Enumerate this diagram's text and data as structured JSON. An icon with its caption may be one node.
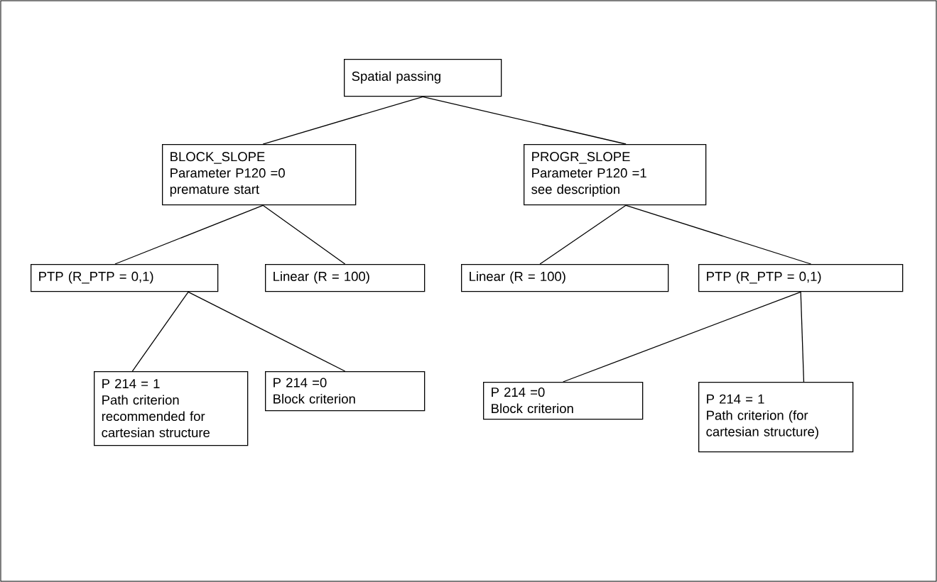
{
  "diagram": {
    "nodes": [
      {
        "text": [
          "Spatial passing"
        ]
      },
      {
        "text": [
          "BLOCK_SLOPE",
          "Parameter P120 =0",
          "premature start"
        ]
      },
      {
        "text": [
          "PROGR_SLOPE",
          "Parameter P120 =1",
          "see description"
        ]
      },
      {
        "text": [
          "PTP (R_PTP = 0,1)"
        ]
      },
      {
        "text": [
          "Linear (R = 100)"
        ]
      },
      {
        "text": [
          "Linear (R = 100)"
        ]
      },
      {
        "text": [
          "PTP (R_PTP = 0,1)"
        ]
      },
      {
        "text": [
          "P 214 = 1",
          "Path criterion recommended for cartesian structure"
        ]
      },
      {
        "text": [
          "P 214 =0",
          "Block criterion"
        ]
      },
      {
        "text": [
          "P 214 =0",
          "Block criterion"
        ]
      },
      {
        "text": [
          "P 214 = 1",
          "Path criterion (for cartesian structure)"
        ]
      }
    ],
    "edges": [
      {
        "from": 0,
        "to": 1,
        "arrow": "none"
      },
      {
        "from": 0,
        "to": 2,
        "arrow": "none"
      },
      {
        "from": 1,
        "to": 3,
        "arrow": "none"
      },
      {
        "from": 1,
        "to": 4,
        "arrow": "none"
      },
      {
        "from": 2,
        "to": 5,
        "arrow": "none"
      },
      {
        "from": 2,
        "to": 6,
        "arrow": "none"
      },
      {
        "from": 3,
        "to": 7,
        "arrow": "none"
      },
      {
        "from": 3,
        "to": 8,
        "arrow": "none"
      },
      {
        "from": 6,
        "to": 9,
        "arrow": "none"
      },
      {
        "from": 6,
        "to": 10,
        "arrow": "none"
      }
    ]
  }
}
